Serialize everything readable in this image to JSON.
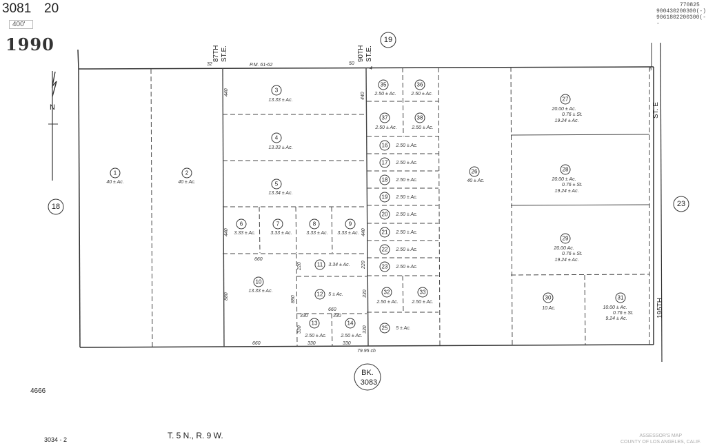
{
  "header": {
    "map_number": "3081",
    "page_number": "20",
    "scale": "400'",
    "year": "1990",
    "revisions": [
      "770825",
      "900430200300(-)",
      "9061802200300(-) -"
    ]
  },
  "streets": {
    "st_87th": [
      "87TH",
      "ST.E."
    ],
    "st_90th": [
      "90TH",
      "ST.E."
    ],
    "st_195th": "195TH",
    "st_e": "ST.  E",
    "pm_ref": "P.M. 61-62"
  },
  "adjacent_pages": {
    "north": "19",
    "west": "18",
    "east": "23"
  },
  "parcels": [
    {
      "num": "1",
      "acreage": "40 ± Ac."
    },
    {
      "num": "2",
      "acreage": "40 ± Ac."
    },
    {
      "num": "3",
      "acreage": "13.33 ± Ac."
    },
    {
      "num": "4",
      "acreage": "13.33 ± Ac."
    },
    {
      "num": "5",
      "acreage": "13.34 ± Ac."
    },
    {
      "num": "6",
      "acreage": "3.33 ± Ac."
    },
    {
      "num": "7",
      "acreage": "3.33 ± Ac."
    },
    {
      "num": "8",
      "acreage": "3.33 ± Ac."
    },
    {
      "num": "9",
      "acreage": "3.33 ± Ac."
    },
    {
      "num": "10",
      "acreage": "13.33 ± Ac."
    },
    {
      "num": "11",
      "acreage": "3.34 ± Ac."
    },
    {
      "num": "12",
      "acreage": "5 ± Ac."
    },
    {
      "num": "13",
      "acreage": "2.50 ± Ac."
    },
    {
      "num": "14",
      "acreage": "2.50 ± Ac."
    },
    {
      "num": "16",
      "acreage": "2.50 ± Ac."
    },
    {
      "num": "17",
      "acreage": "2.50 ± Ac."
    },
    {
      "num": "18",
      "acreage": "2.50 ± Ac."
    },
    {
      "num": "19",
      "acreage": "2.50 ± Ac."
    },
    {
      "num": "20",
      "acreage": "2.50 ± Ac."
    },
    {
      "num": "21",
      "acreage": "2.50 ± Ac."
    },
    {
      "num": "22",
      "acreage": "2.50 ± Ac."
    },
    {
      "num": "23",
      "acreage": "2.50 ± Ac."
    },
    {
      "num": "25",
      "acreage": "5 ± Ac."
    },
    {
      "num": "26",
      "acreage": "40 ± Ac."
    },
    {
      "num": "27",
      "acreage": "20.00 ± Ac.",
      "line2": "0.76 ± St.",
      "line3": "19.24 ± Ac."
    },
    {
      "num": "28",
      "acreage": "20.00 ± Ac.",
      "line2": "0.76 ± St.",
      "line3": "19.24 ± Ac."
    },
    {
      "num": "29",
      "acreage": "20.00 Ac.",
      "line2": "0.76 ± St.",
      "line3": "19.24 ± Ac."
    },
    {
      "num": "30",
      "acreage": "10 Ac."
    },
    {
      "num": "31",
      "acreage": "10.00 ± Ac.",
      "line2": "0.76 ± St.",
      "line3": "9.24 ± Ac."
    },
    {
      "num": "32",
      "acreage": "2.50 ± Ac."
    },
    {
      "num": "33",
      "acreage": "2.50 ± Ac."
    },
    {
      "num": "35",
      "acreage": "2.50 ± Ac."
    },
    {
      "num": "36",
      "acreage": "2.50 ± Ac."
    },
    {
      "num": "37",
      "acreage": "2.50 ± Ac."
    },
    {
      "num": "38",
      "acreage": "2.50 ± Ac."
    }
  ],
  "dimensions": {
    "d440": "440",
    "d660": "660",
    "d330": "330",
    "d220": "220",
    "d880": "880",
    "d32": "32",
    "d50": "50",
    "d4": "4",
    "d5": "5",
    "chain": "79.95 ch"
  },
  "book": {
    "label": "BK.",
    "number": "3083"
  },
  "north_label": "N",
  "footer": {
    "left_code": "4666",
    "bottom_code": "3034 - 2",
    "township": "T. 5 N.,  R. 9 W.",
    "assessor": "ASSESSOR'S MAP",
    "county": "COUNTY OF LOS ANGELES, CALIF."
  }
}
